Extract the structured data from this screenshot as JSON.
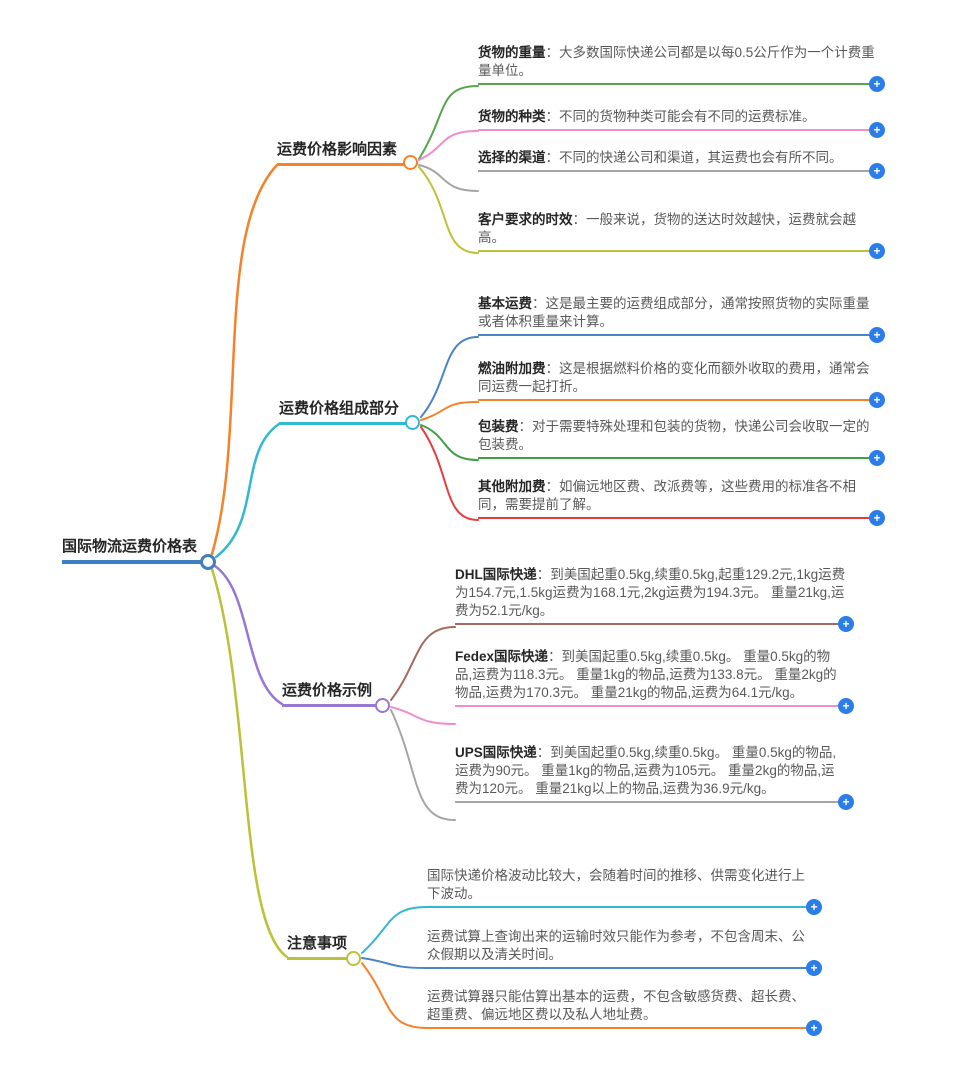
{
  "root": {
    "label": "国际物流运费价格表",
    "color": "#3e7fc1"
  },
  "icons": {
    "plus": "+"
  },
  "palette": {
    "root_blue": "#3e7fc1",
    "orange": "#f5822b",
    "cyan": "#33b8d0",
    "purple": "#9678d3",
    "olive": "#bcc13a",
    "green": "#56a54e",
    "pink": "#ee8ecd",
    "gray": "#a5a5a5",
    "steel_blue": "#4a84c4",
    "dark_green": "#3fa047",
    "red": "#e23e3e",
    "brown": "#a26b5f",
    "expand_button_blue": "#2b7de9"
  },
  "branches": [
    {
      "label": "运费价格影响因素",
      "color": "#f5822b",
      "children": [
        {
          "title": "货物的重量",
          "desc": "：大多数国际快递公司都是以每0.5公斤作为一个计费重量单位。",
          "color": "#56a54e"
        },
        {
          "title": "货物的种类",
          "desc": "：不同的货物种类可能会有不同的运费标准。",
          "color": "#ee8ecd"
        },
        {
          "title": "选择的渠道",
          "desc": "：不同的快递公司和渠道，其运费也会有所不同。",
          "color": "#a5a5a5"
        },
        {
          "title": "客户要求的时效",
          "desc": "：一般来说，货物的送达时效越快，运费就会越高。",
          "color": "#bcc13a"
        }
      ]
    },
    {
      "label": "运费价格组成部分",
      "color": "#33b8d0",
      "children": [
        {
          "title": "基本运费",
          "desc": "：这是最主要的运费组成部分，通常按照货物的实际重量或者体积重量来计算。",
          "color": "#4a84c4"
        },
        {
          "title": "燃油附加费",
          "desc": "：这是根据燃料价格的变化而额外收取的费用，通常会同运费一起打折。",
          "color": "#f5822b"
        },
        {
          "title": "包装费",
          "desc": "：对于需要特殊处理和包装的货物，快递公司会收取一定的包装费。",
          "color": "#3fa047"
        },
        {
          "title": "其他附加费",
          "desc": "：如偏远地区费、改派费等，这些费用的标准各不相同，需要提前了解。",
          "color": "#e23e3e"
        }
      ]
    },
    {
      "label": "运费价格示例",
      "color": "#9678d3",
      "children": [
        {
          "title": "DHL国际快递",
          "desc": "：到美国起重0.5kg,续重0.5kg,起重129.2元,1kg运费为154.7元,1.5kg运费为168.1元,2kg运费为194.3元。 重量21kg,运费为52.1元/kg。",
          "color": "#a26b5f"
        },
        {
          "title": "Fedex国际快递",
          "desc": "：到美国起重0.5kg,续重0.5kg。 重量0.5kg的物品,运费为118.3元。 重量1kg的物品,运费为133.8元。 重量2kg的物品,运费为170.3元。 重量21kg的物品,运费为64.1元/kg。",
          "color": "#ee8ecd"
        },
        {
          "title": "UPS国际快递",
          "desc": "：到美国起重0.5kg,续重0.5kg。 重量0.5kg的物品,运费为90元。 重量1kg的物品,运费为105元。 重量2kg的物品,运费为120元。 重量21kg以上的物品,运费为36.9元/kg。",
          "color": "#a5a5a5"
        }
      ]
    },
    {
      "label": "注意事项",
      "color": "#bcc13a",
      "children": [
        {
          "title": "",
          "desc": "国际快递价格波动比较大，会随着时间的推移、供需变化进行上下波动。",
          "color": "#33b8d0"
        },
        {
          "title": "",
          "desc": "运费试算上查询出来的运输时效只能作为参考，不包含周末、公众假期以及清关时间。",
          "color": "#4a84c4"
        },
        {
          "title": "",
          "desc": "运费试算器只能估算出基本的运费，不包含敏感货费、超长费、超重费、偏远地区费以及私人地址费。",
          "color": "#f5822b"
        }
      ]
    }
  ]
}
